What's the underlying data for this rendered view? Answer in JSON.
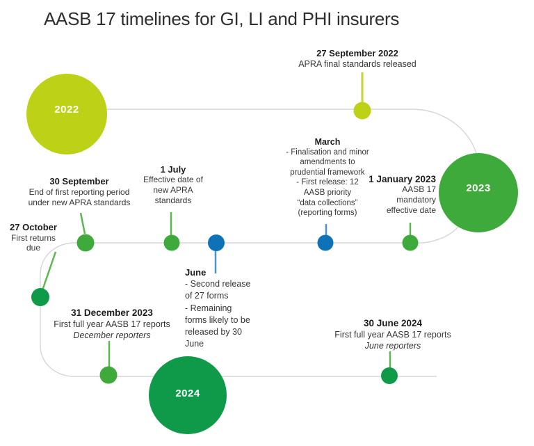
{
  "title": "AASB 17 timelines for GI, LI and PHI insurers",
  "colors": {
    "lime": "#bdd117",
    "green": "#3faa3c",
    "dark_green": "#0e9a48",
    "blue": "#0f72b9",
    "stem_lime": "#c5d435",
    "stem_green": "#5cb84e",
    "stem_blue": "#4a95d0",
    "path_gray": "#d6d6d6"
  },
  "years": {
    "y2022": {
      "label": "2022"
    },
    "y2023": {
      "label": "2023"
    },
    "y2024": {
      "label": "2024"
    }
  },
  "milestones": {
    "sep27_2022": {
      "date": "27 September 2022",
      "lines": [
        "APRA final standards released"
      ]
    },
    "sep30": {
      "date": "30 September",
      "lines": [
        "End of first reporting period",
        "under new APRA standards"
      ]
    },
    "jul1": {
      "date": "1 July",
      "lines": [
        "Effective date of",
        "new APRA",
        "standards"
      ]
    },
    "march": {
      "date": "March",
      "lines": [
        "- Finalisation and minor",
        "amendments to",
        "prudential framework",
        "- First release: 12",
        "AASB priority",
        "“data collections”",
        "(reporting forms)"
      ]
    },
    "jan1_2023": {
      "date": "1 January 2023",
      "lines": [
        "AASB 17",
        "mandatory",
        "effective date"
      ]
    },
    "oct27": {
      "date": "27 October",
      "lines": [
        "First returns",
        "due"
      ]
    },
    "june": {
      "date": "June",
      "lines": [
        "- Second release",
        "of 27 forms",
        "- Remaining",
        "forms likely to be",
        "released by 30",
        "June"
      ]
    },
    "dec31_2023": {
      "date": "31 December 2023",
      "lines": [
        "First full year AASB 17 reports"
      ],
      "italic": "December reporters"
    },
    "jun30_2024": {
      "date": "30 June 2024",
      "lines": [
        "First full year AASB 17 reports"
      ],
      "italic": "June reporters"
    }
  }
}
